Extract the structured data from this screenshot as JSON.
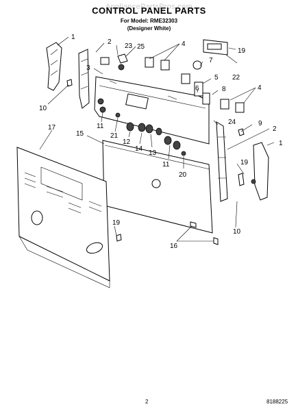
{
  "watermark": "AppliancePartsPros.com",
  "title": "CONTROL PANEL PARTS",
  "model_line": "For Model: RME32303",
  "variant_line": "(Designer White)",
  "page_number": "2",
  "doc_number": "8188225",
  "callouts": [
    "1",
    "2",
    "23",
    "25",
    "4",
    "19",
    "3",
    "7",
    "22",
    "5",
    "6",
    "8",
    "4",
    "10",
    "11",
    "21",
    "12",
    "14",
    "13",
    "24",
    "9",
    "2",
    "1",
    "17",
    "15",
    "11",
    "20",
    "19",
    "10",
    "19",
    "16"
  ]
}
